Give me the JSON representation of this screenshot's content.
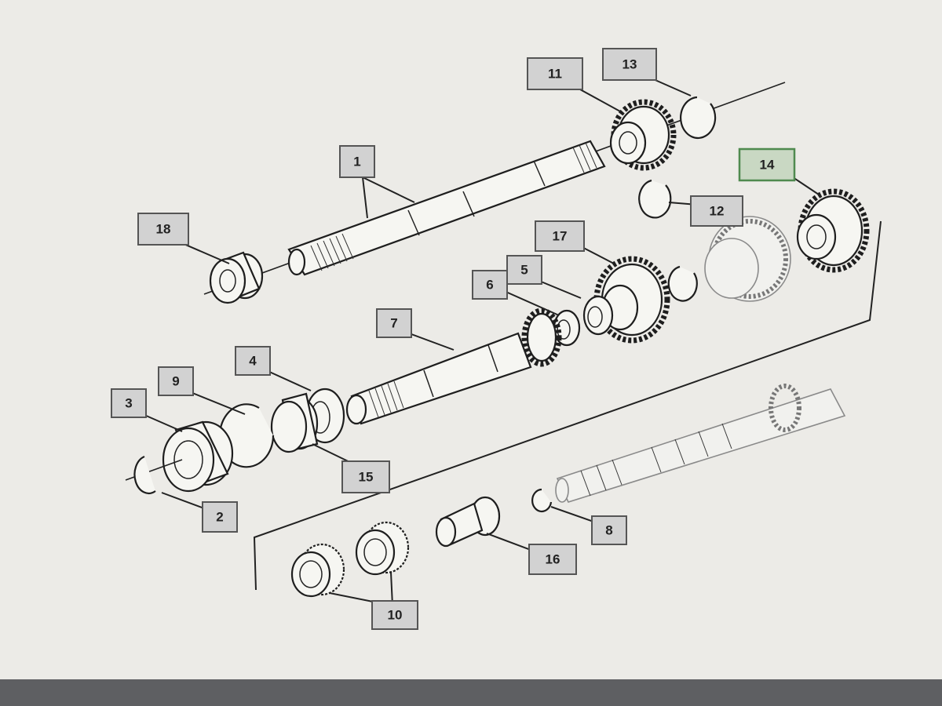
{
  "diagram": {
    "callouts": [
      {
        "id": "c1",
        "label": "1"
      },
      {
        "id": "c2",
        "label": "2"
      },
      {
        "id": "c3",
        "label": "3"
      },
      {
        "id": "c4",
        "label": "4"
      },
      {
        "id": "c5",
        "label": "5"
      },
      {
        "id": "c6",
        "label": "6"
      },
      {
        "id": "c7",
        "label": "7"
      },
      {
        "id": "c8",
        "label": "8"
      },
      {
        "id": "c9",
        "label": "9"
      },
      {
        "id": "c10",
        "label": "10"
      },
      {
        "id": "c11",
        "label": "11"
      },
      {
        "id": "c12",
        "label": "12"
      },
      {
        "id": "c13",
        "label": "13"
      },
      {
        "id": "c14",
        "label": "14",
        "highlighted": true
      },
      {
        "id": "c15",
        "label": "15"
      },
      {
        "id": "c16",
        "label": "16"
      },
      {
        "id": "c17",
        "label": "17"
      },
      {
        "id": "c18",
        "label": "18"
      }
    ],
    "highlight_color": "#4f8a4f"
  }
}
